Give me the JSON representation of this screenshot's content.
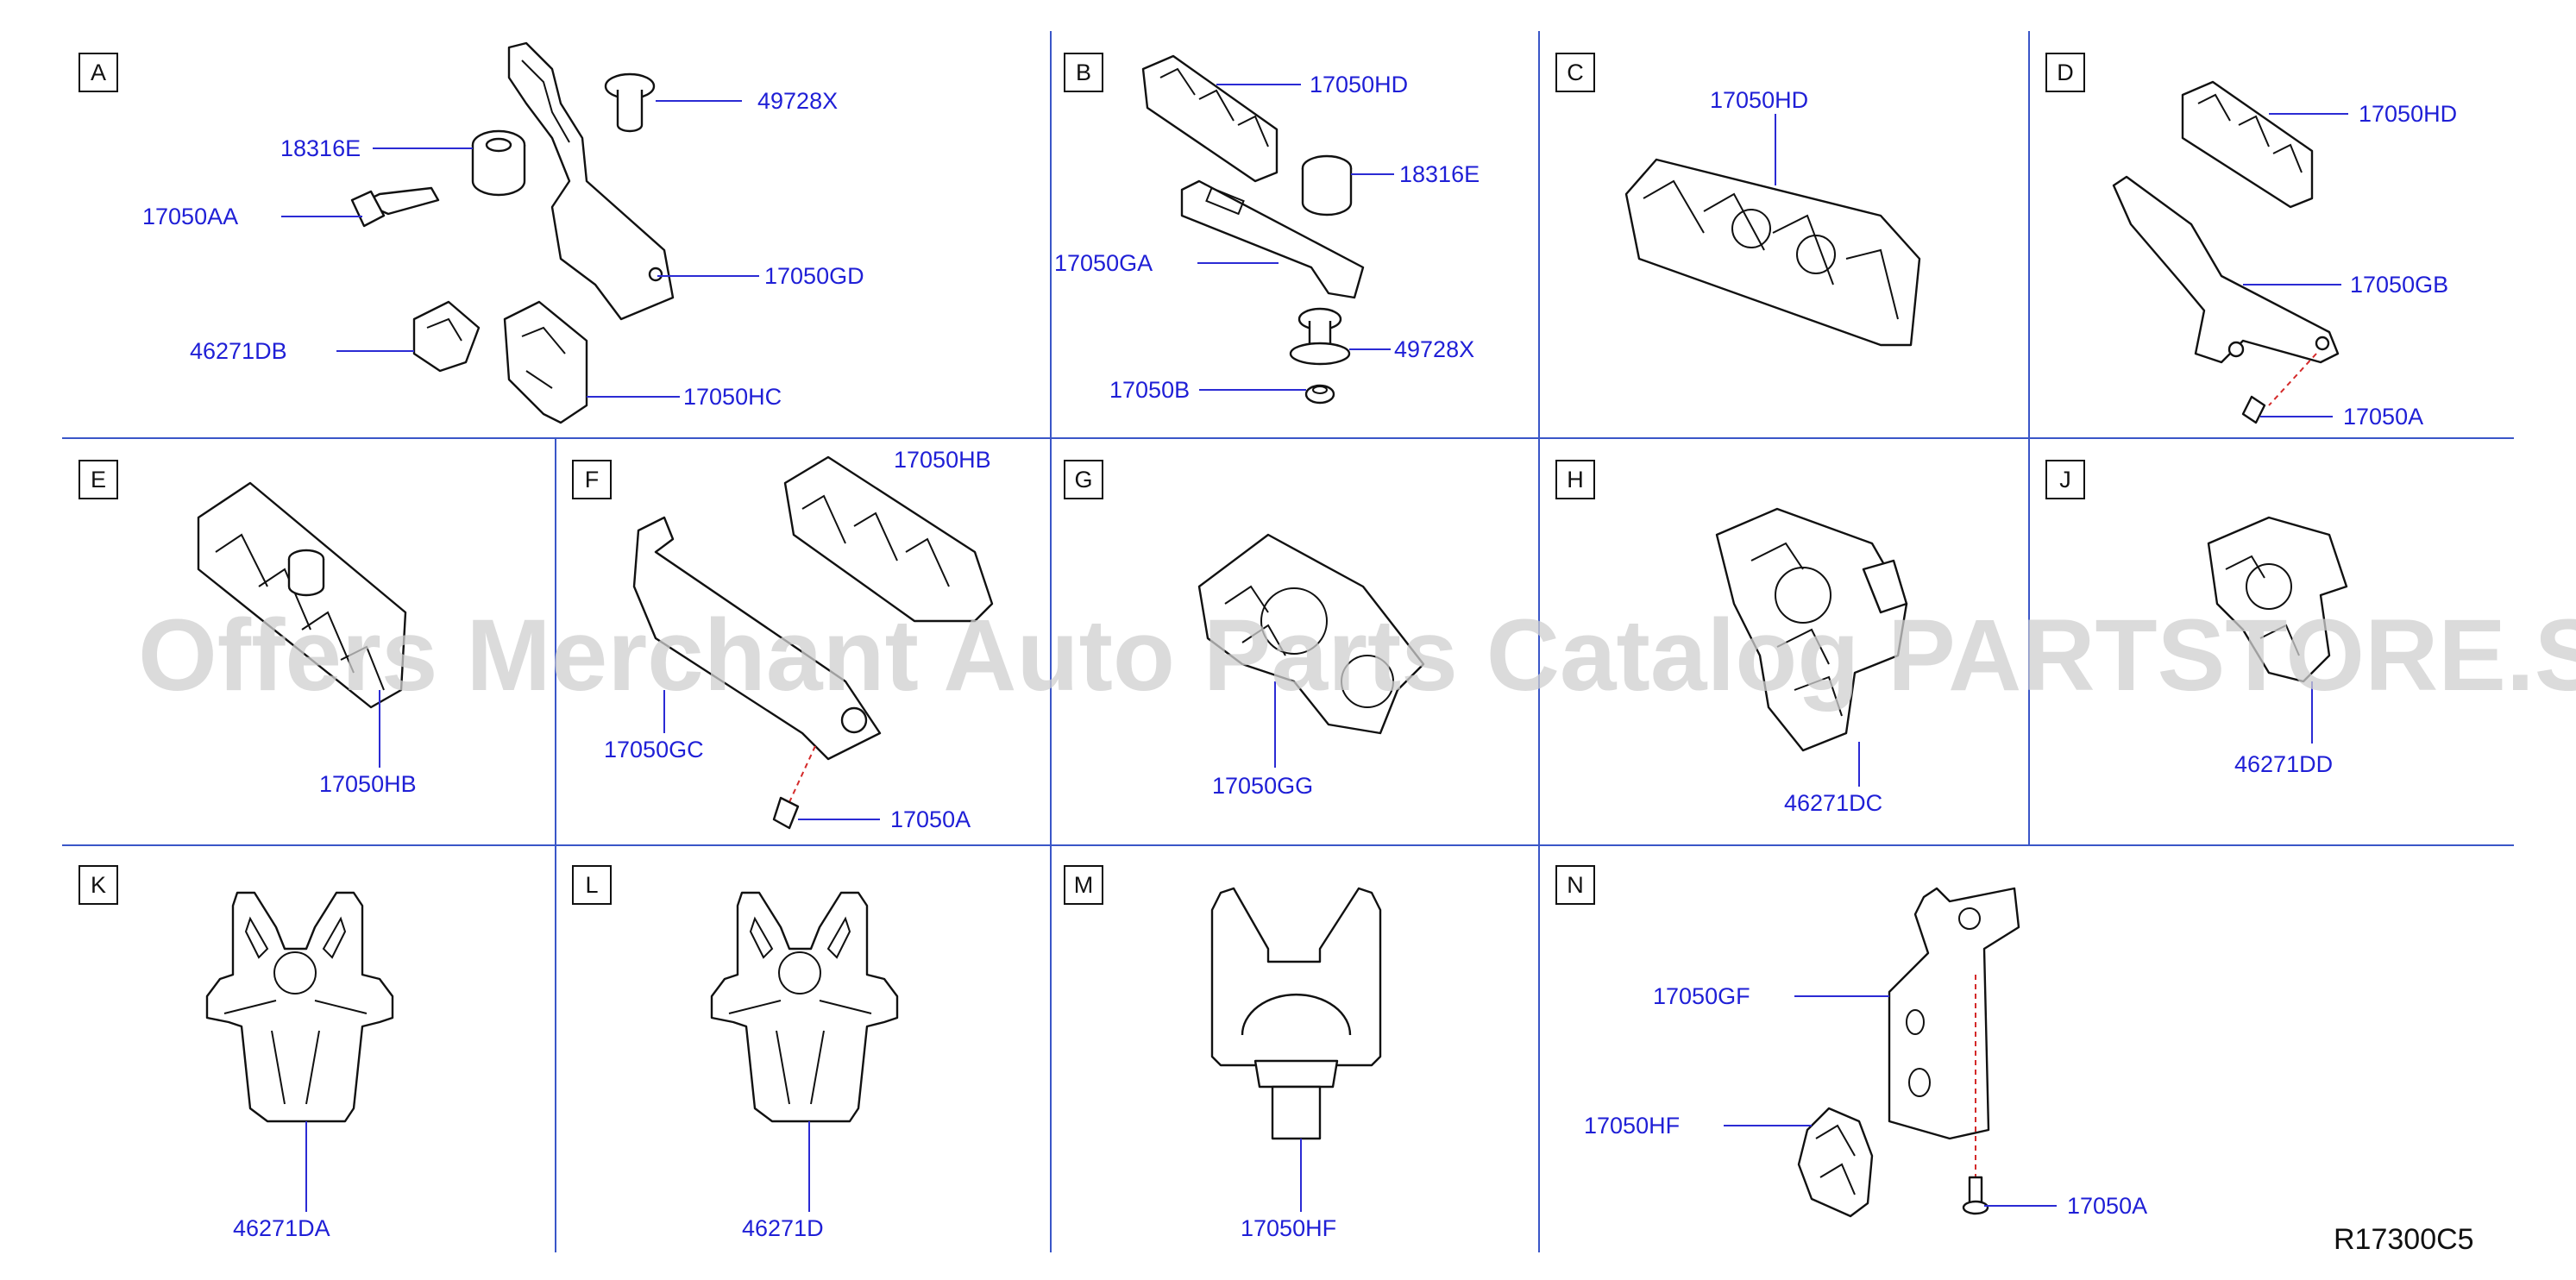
{
  "panels": {
    "A": {
      "letter": "A",
      "labels": {
        "p49728X": "49728X",
        "p18316E": "18316E",
        "p17050AA": "17050AA",
        "p17050GD": "17050GD",
        "p46271DB": "46271DB",
        "p17050HC": "17050HC"
      }
    },
    "B": {
      "letter": "B",
      "labels": {
        "p17050HD": "17050HD",
        "p18316E": "18316E",
        "p17050GA": "17050GA",
        "p49728X": "49728X",
        "p17050B": "17050B"
      }
    },
    "C": {
      "letter": "C",
      "labels": {
        "p17050HD": "17050HD"
      }
    },
    "D": {
      "letter": "D",
      "labels": {
        "p17050HD": "17050HD",
        "p17050GB": "17050GB",
        "p17050A": "17050A"
      }
    },
    "E": {
      "letter": "E",
      "labels": {
        "p17050HB": "17050HB"
      }
    },
    "F": {
      "letter": "F",
      "labels": {
        "p17050HB": "17050HB",
        "p17050GC": "17050GC",
        "p17050A": "17050A"
      }
    },
    "G": {
      "letter": "G",
      "labels": {
        "p17050GG": "17050GG"
      }
    },
    "H": {
      "letter": "H",
      "labels": {
        "p46271DC": "46271DC"
      }
    },
    "J": {
      "letter": "J",
      "labels": {
        "p46271DD": "46271DD"
      }
    },
    "K": {
      "letter": "K",
      "labels": {
        "p46271DA": "46271DA"
      }
    },
    "L": {
      "letter": "L",
      "labels": {
        "p46271D": "46271D"
      }
    },
    "M": {
      "letter": "M",
      "labels": {
        "p17050HF": "17050HF"
      }
    },
    "N": {
      "letter": "N",
      "labels": {
        "p17050GF": "17050GF",
        "p17050HF": "17050HF",
        "p17050A": "17050A"
      }
    }
  },
  "diagram_code": "R17300C5",
  "watermark": "Offers Merchant Auto Parts Catalog PARTSTORE.SA",
  "colors": {
    "label": "#1f1fd6",
    "leader": "#2b2bd4",
    "grid": "#3a56c8",
    "dashed": "#d42a2a"
  }
}
